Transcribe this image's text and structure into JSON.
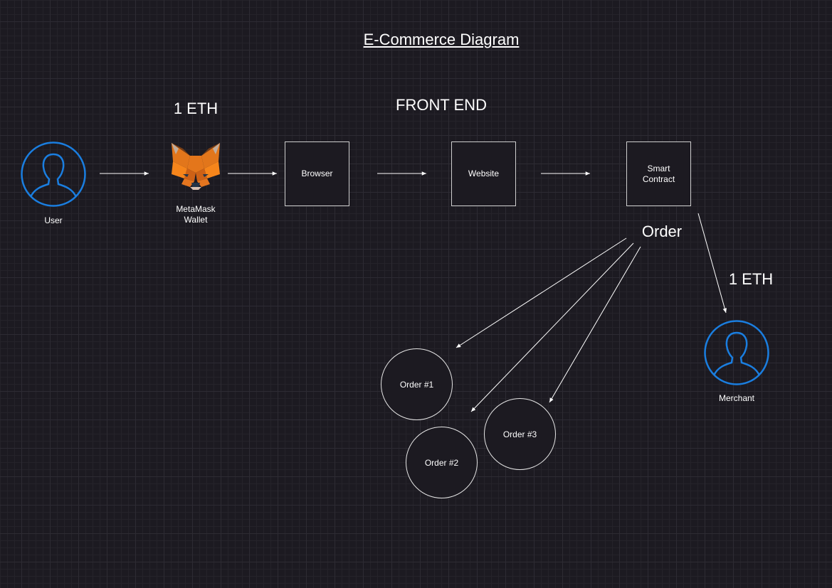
{
  "diagram": {
    "title": "E-Commerce Diagram",
    "front_end_label": "FRONT END",
    "user": {
      "label": "User"
    },
    "wallet": {
      "amount": "1 ETH",
      "label": "MetaMask\nWallet"
    },
    "browser": {
      "label": "Browser"
    },
    "website": {
      "label": "Website"
    },
    "smart_contract": {
      "label": "Smart\nContract"
    },
    "order_label": "Order",
    "payout_amount": "1 ETH",
    "merchant": {
      "label": "Merchant"
    },
    "orders": [
      {
        "label": "Order #1"
      },
      {
        "label": "Order #2"
      },
      {
        "label": "Order #3"
      }
    ],
    "colors": {
      "background": "#1c1a21",
      "user_icon": "#1a7ee0",
      "fox_orange": "#f6851b"
    }
  }
}
